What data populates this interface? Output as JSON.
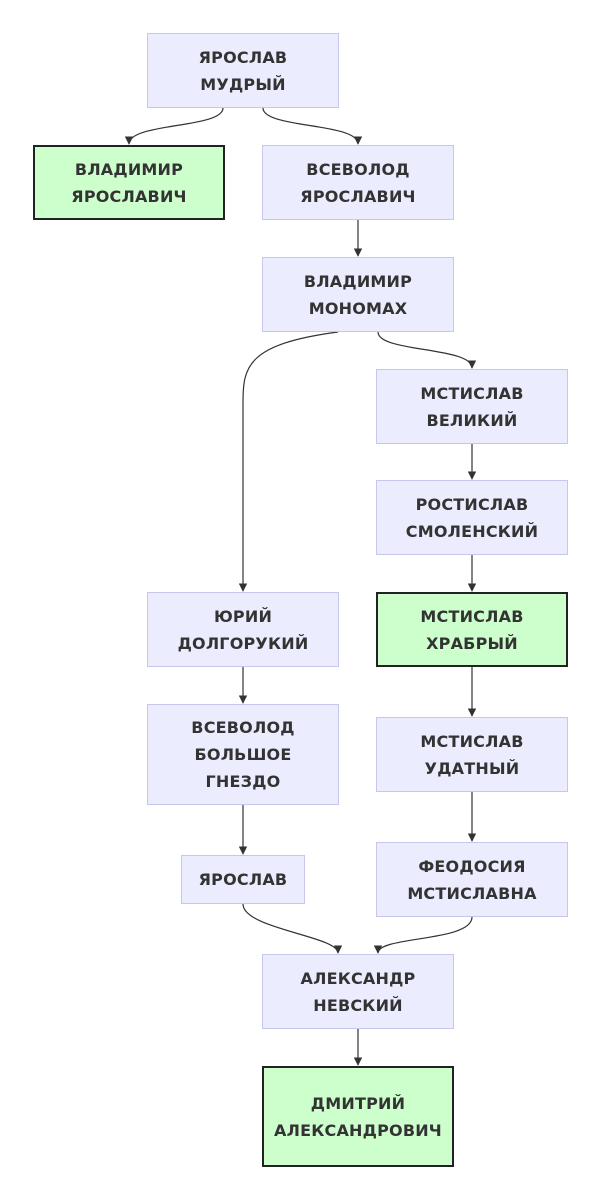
{
  "nodes": {
    "yaroslav_mudry": {
      "lines": [
        "ЯРОСЛАВ",
        "МУДРЫЙ"
      ],
      "highlight": false
    },
    "vladimir_yaroslavich": {
      "lines": [
        "ВЛАДИМИР",
        "ЯРОСЛАВИЧ"
      ],
      "highlight": true
    },
    "vsevolod_yaroslavich": {
      "lines": [
        "ВСЕВОЛОД",
        "ЯРОСЛАВИЧ"
      ],
      "highlight": false
    },
    "vladimir_monomakh": {
      "lines": [
        "ВЛАДИМИР",
        "МОНОМАХ"
      ],
      "highlight": false
    },
    "mstislav_veliky": {
      "lines": [
        "МСТИСЛАВ",
        "ВЕЛИКИЙ"
      ],
      "highlight": false
    },
    "rostislav_smolensky": {
      "lines": [
        "РОСТИСЛАВ",
        "СМОЛЕНСКИЙ"
      ],
      "highlight": false
    },
    "yuri_dolgoruky": {
      "lines": [
        "ЮРИЙ",
        "ДОЛГОРУКИЙ"
      ],
      "highlight": false
    },
    "mstislav_khrabry": {
      "lines": [
        "МСТИСЛАВ",
        "ХРАБРЫЙ"
      ],
      "highlight": true
    },
    "vsevolod_bolshoe_gnezdo": {
      "lines": [
        "ВСЕВОЛОД",
        "БОЛЬШОЕ",
        "ГНЕЗДО"
      ],
      "highlight": false
    },
    "mstislav_udatny": {
      "lines": [
        "МСТИСЛАВ",
        "УДАТНЫЙ"
      ],
      "highlight": false
    },
    "yaroslav": {
      "lines": [
        "ЯРОСЛАВ"
      ],
      "highlight": false
    },
    "feodosia_mstislavna": {
      "lines": [
        "ФЕОДОСИЯ",
        "МСТИСЛАВНА"
      ],
      "highlight": false
    },
    "alexander_nevsky": {
      "lines": [
        "АЛЕКСАНДР",
        "НЕВСКИЙ"
      ],
      "highlight": false
    },
    "dmitry_alexandrovich": {
      "lines": [
        "ДМИТРИЙ",
        "АЛЕКСАНДРОВИЧ"
      ],
      "highlight": true
    }
  },
  "edges": [
    [
      "yaroslav_mudry",
      "vladimir_yaroslavich"
    ],
    [
      "yaroslav_mudry",
      "vsevolod_yaroslavich"
    ],
    [
      "vsevolod_yaroslavich",
      "vladimir_monomakh"
    ],
    [
      "vladimir_monomakh",
      "yuri_dolgoruky"
    ],
    [
      "vladimir_monomakh",
      "mstislav_veliky"
    ],
    [
      "mstislav_veliky",
      "rostislav_smolensky"
    ],
    [
      "rostislav_smolensky",
      "mstislav_khrabry"
    ],
    [
      "yuri_dolgoruky",
      "vsevolod_bolshoe_gnezdo"
    ],
    [
      "mstislav_khrabry",
      "mstislav_udatny"
    ],
    [
      "vsevolod_bolshoe_gnezdo",
      "yaroslav"
    ],
    [
      "mstislav_udatny",
      "feodosia_mstislavna"
    ],
    [
      "yaroslav",
      "alexander_nevsky"
    ],
    [
      "feodosia_mstislavna",
      "alexander_nevsky"
    ],
    [
      "alexander_nevsky",
      "dmitry_alexandrovich"
    ]
  ],
  "colors": {
    "node_fill": "#ececff",
    "node_border": "#c6c6ee",
    "highlight_fill": "#cdffcd",
    "highlight_border": "#222222",
    "edge": "#333333",
    "text": "#333333"
  }
}
